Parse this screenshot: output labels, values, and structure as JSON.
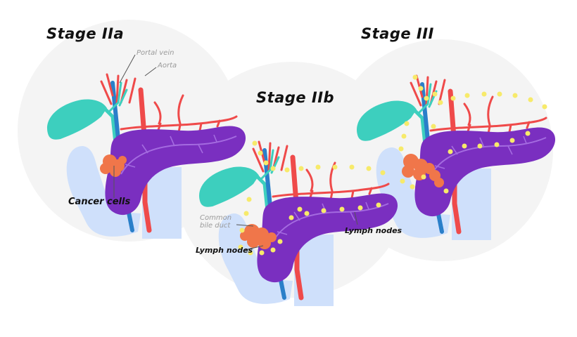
{
  "colors": {
    "circle_bg": "#f4f4f4",
    "gallbladder": "#3dcfbe",
    "pancreas": "#7a2fc0",
    "pancreas_vein": "#a46be0",
    "duodenum": "#cfe0fb",
    "portal_vein": "#2a7fc9",
    "bile_duct": "#3dcfbe",
    "aorta": "#ef4a4a",
    "tumor": "#f0764a",
    "lymph_node": "#f7ea6a"
  },
  "icons": {
    "stage_iia": "pancreas-illustration-icon",
    "stage_iib": "pancreas-illustration-icon",
    "stage_iii": "pancreas-illustration-icon"
  },
  "panels": {
    "stage_iia": {
      "title": "Stage IIa",
      "portal_vein_label": "Portal vein",
      "aorta_label": "Aorta",
      "cancer_cells_label": "Cancer cells"
    },
    "stage_iib": {
      "title": "Stage IIb",
      "common_bile_duct_label": "Common bile duct",
      "lymph_nodes_left_label": "Lymph nodes",
      "lymph_nodes_right_label": "Lymph nodes"
    },
    "stage_iii": {
      "title": "Stage III"
    }
  }
}
